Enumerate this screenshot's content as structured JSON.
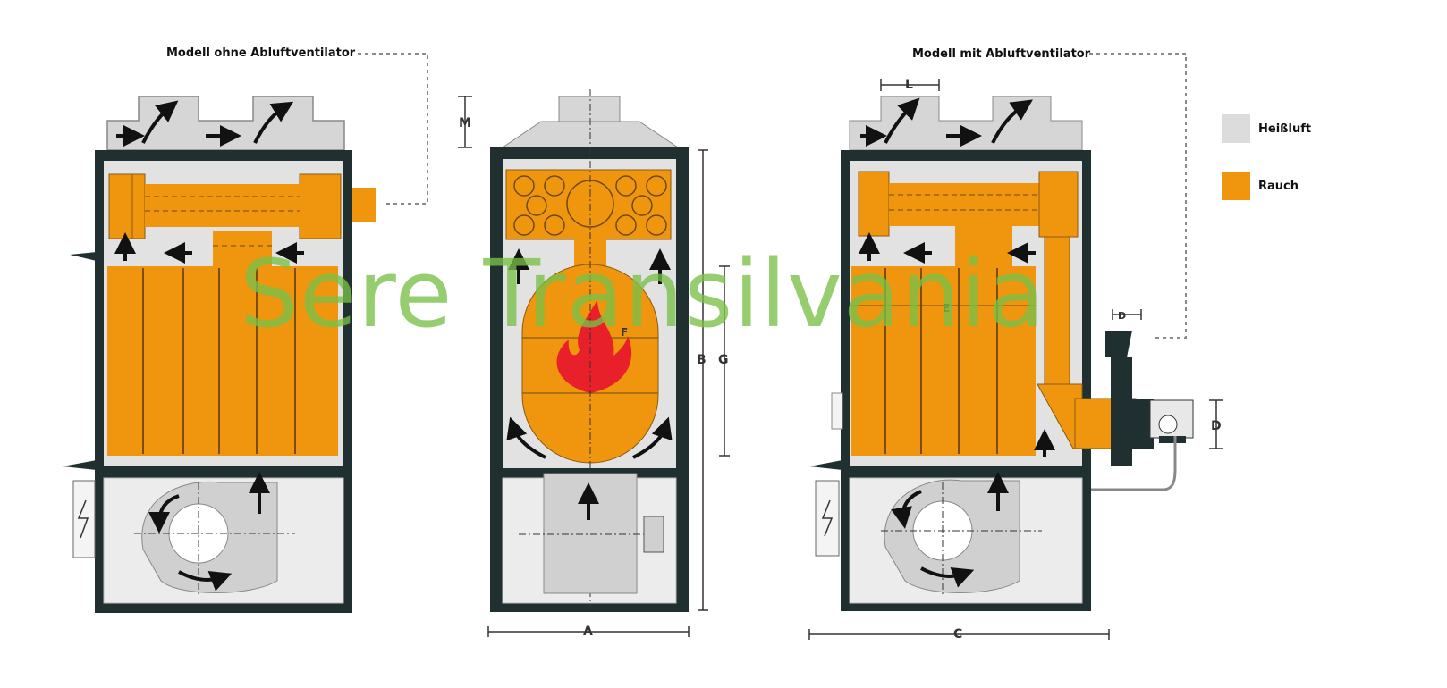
{
  "labels": {
    "model_without": "Modell ohne Abluftventilator",
    "model_with": "Modell mit Abluftventilator"
  },
  "legend": {
    "hot_air": "Heißluft",
    "smoke": "Rauch"
  },
  "dimensions": {
    "a": "A",
    "b": "B",
    "c": "C",
    "d": "D",
    "e": "E",
    "f": "F",
    "g": "G",
    "l": "L",
    "m": "M"
  },
  "watermark": "Sere Transilvania",
  "colors": {
    "hot_air": "#dcdcdc",
    "smoke": "#f0960e",
    "frame": "#1f2f2c",
    "flame": "#e8202a",
    "watermark": "#78c046"
  }
}
